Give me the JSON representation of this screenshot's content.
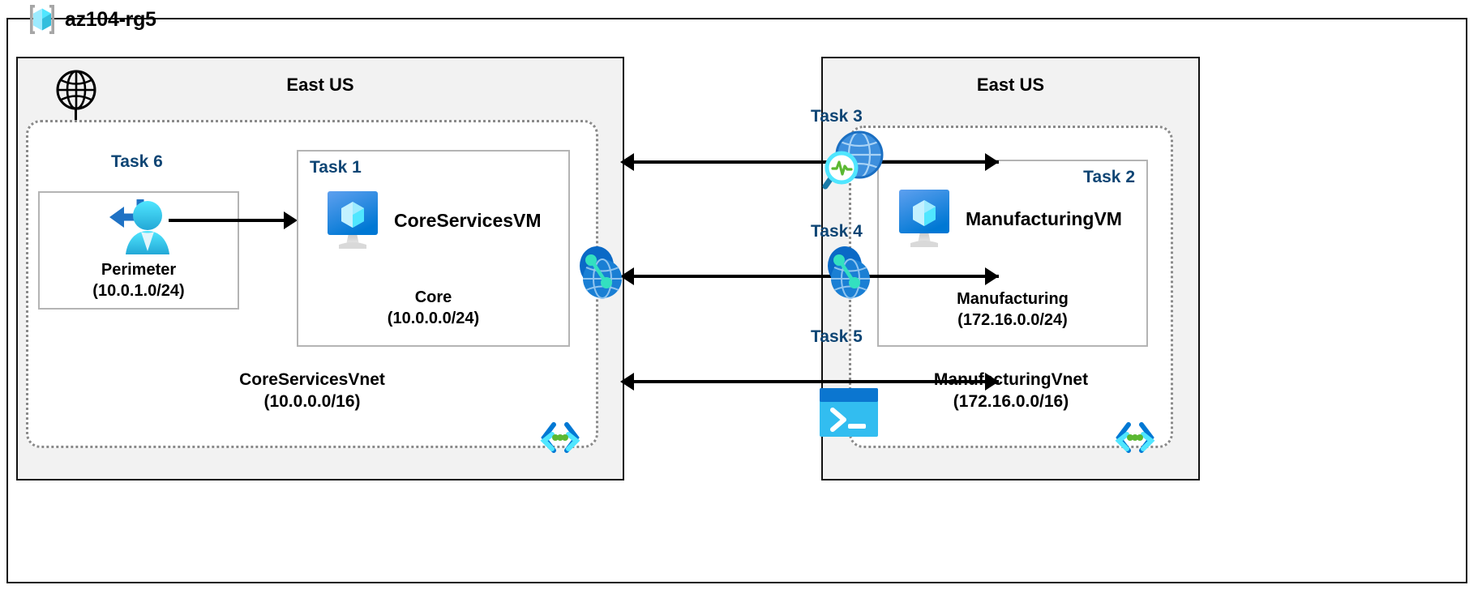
{
  "resource_group": {
    "name": "az104-rg5",
    "icon": "azure-resource-group-icon"
  },
  "regions": [
    {
      "id": "left",
      "title": "East US"
    },
    {
      "id": "right",
      "title": "East US"
    }
  ],
  "vnets": [
    {
      "id": "core-services-vnet",
      "name": "CoreServicesVnet",
      "cidr": "(10.0.0.0/16)",
      "template_icon": "arm-template-icon"
    },
    {
      "id": "manufacturing-vnet",
      "name": "ManufacturingVnet",
      "cidr": "(172.16.0.0/16)",
      "template_icon": "arm-template-icon"
    }
  ],
  "subnets": [
    {
      "id": "perimeter",
      "task": "Task 6",
      "name": "Perimeter",
      "cidr": "(10.0.1.0/24)",
      "icon": "bastion-user-icon"
    },
    {
      "id": "core",
      "task": "Task 1",
      "name": "Core",
      "cidr": "(10.0.0.0/24)",
      "vm_name": "CoreServicesVM",
      "icon": "virtual-machine-icon"
    },
    {
      "id": "manufacturing",
      "task": "Task 2",
      "name": "Manufacturing",
      "cidr": "(172.16.0.0/24)",
      "vm_name": "ManufacturingVM",
      "icon": "virtual-machine-icon"
    }
  ],
  "connections": [
    {
      "id": "task3",
      "label": "Task 3",
      "icon": "network-watcher-icon",
      "direction": "bidirectional"
    },
    {
      "id": "task4",
      "label": "Task 4",
      "icon": "vnet-peering-icon",
      "direction": "bidirectional"
    },
    {
      "id": "task5",
      "label": "Task 5",
      "icon": "cloud-shell-icon",
      "direction": "bidirectional"
    }
  ],
  "internet": {
    "icon": "globe-icon"
  },
  "peering_endpoints": [
    {
      "id": "peering-left",
      "icon": "vnet-peering-icon"
    },
    {
      "id": "peering-right",
      "icon": "vnet-peering-icon"
    }
  ],
  "colors": {
    "task_label": "#0e4574",
    "region_fill": "#f2f2f2",
    "vnet_border": "#8a8a8a",
    "subnet_border": "#b4b4b4",
    "frame": "#111111",
    "azure_blue": "#0078d4",
    "azure_cyan": "#50e6ff",
    "accent_green": "#5bb832"
  }
}
